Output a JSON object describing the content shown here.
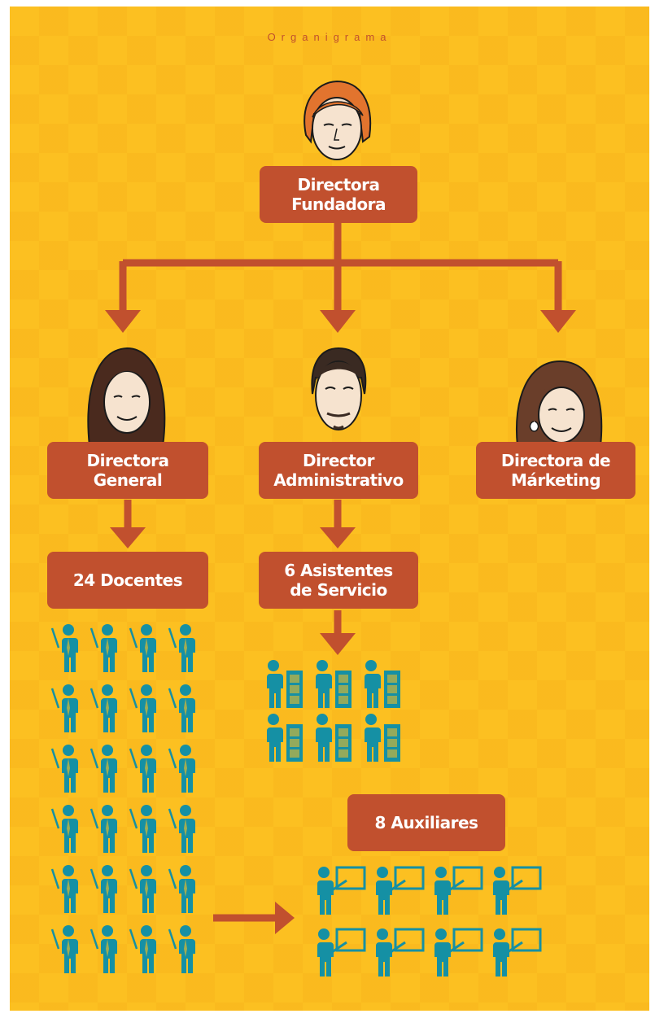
{
  "title": "Organigrama",
  "nodes": {
    "fundadora": [
      "Directora",
      "Fundadora"
    ],
    "general": [
      "Directora",
      "General"
    ],
    "administrativo": [
      "Director",
      "Administrativo"
    ],
    "marketing": [
      "Directora de",
      "Márketing"
    ],
    "docentes": [
      "24 Docentes"
    ],
    "asistentes": [
      "6 Asistentes",
      "de Servicio"
    ],
    "auxiliares": [
      "8 Auxiliares"
    ]
  },
  "counts": {
    "docentes": 24,
    "asistentes": 6,
    "auxiliares": 8
  },
  "colors": {
    "background": "#fcc021",
    "box": "#c1502e",
    "arrow": "#c1502e",
    "icon": "#1590a4",
    "text": "#ffffff"
  },
  "icons": {
    "docente": "teacher-with-pointer-icon",
    "asistente": "person-with-cabinet-icon",
    "auxiliar": "person-with-board-icon"
  }
}
